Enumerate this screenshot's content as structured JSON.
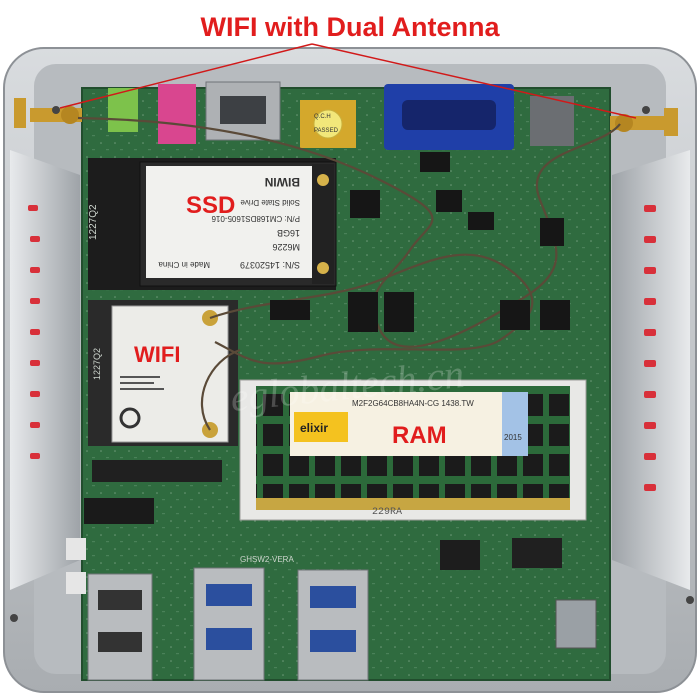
{
  "headline": "WIFI with Dual Antenna",
  "labels": {
    "ssd": "SSD",
    "wifi": "WIFI",
    "ram": "RAM"
  },
  "watermark": "eglobaltech.cn",
  "ssd_sticker": {
    "line1": "S/N: 14520379",
    "line2": "M6226",
    "line3": "16GB",
    "line4": "P/N: CM168DS1605-016",
    "line5": "Solid State Drive",
    "brand": "BIWIN",
    "made": "Made in China"
  },
  "ram_sticker": {
    "part": "M2F2G64CB8HA4N-CG  1438.TW",
    "brand": "elixir",
    "year": "2015"
  },
  "qc_sticker": {
    "top": "Q.C.H",
    "bottom": "PASSED"
  },
  "board_print": {
    "slot1": "1227Q2",
    "slot2": "1227Q2",
    "ram_code": "229RA",
    "model": "GHSW2-VERA"
  },
  "colors": {
    "label_red": "#e11d1d",
    "pcb_green": "#2f6b3f",
    "chassis": "#c8cbce",
    "vga_blue": "#1f3fa8"
  }
}
